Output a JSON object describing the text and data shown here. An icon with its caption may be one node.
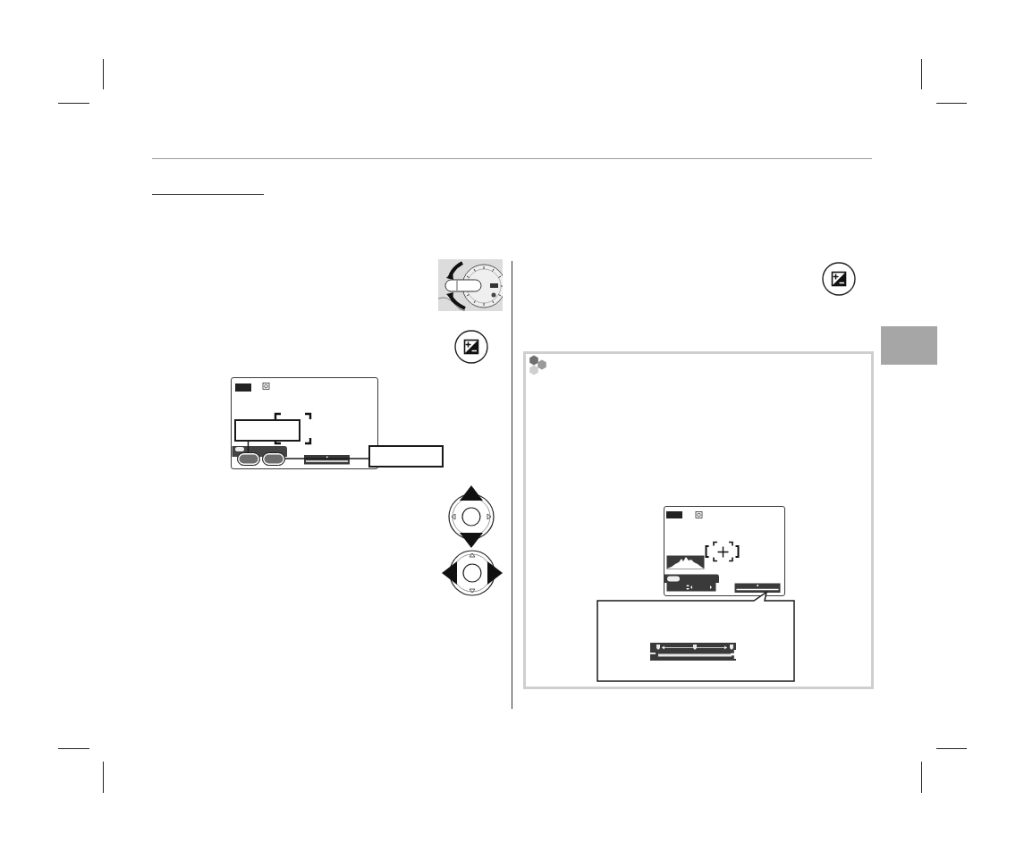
{
  "diagram": {
    "nodes": [
      {
        "text": [],
        "shape": "picture"
      },
      {
        "text": [],
        "shape": "box",
        "in": 0
      },
      {
        "text": [],
        "shape": "box",
        "in": 0
      },
      {
        "text": [],
        "shape": "box",
        "in": 0
      },
      {
        "text": [],
        "shape": "box"
      },
      {
        "text": [],
        "shape": "box"
      },
      {
        "text": [],
        "shape": "picture",
        "in": 5
      },
      {
        "text": [],
        "shape": "box",
        "in": 5
      }
    ],
    "edges": [
      {
        "from": 3,
        "to": 1,
        "arrow": "none"
      },
      {
        "from": 4,
        "to": 2,
        "arrow": "none"
      }
    ]
  }
}
